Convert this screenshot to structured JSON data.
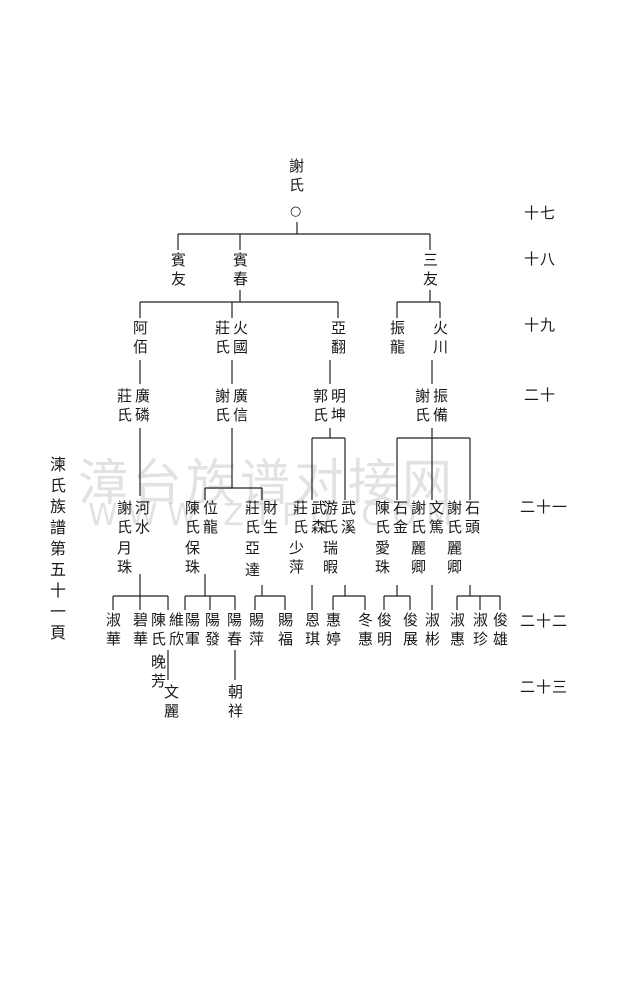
{
  "watermark": {
    "line1": "漳台族谱对接网",
    "line2": "WWW.ZTPU.COM"
  },
  "side_label": "湅氏族譜第五十一頁",
  "generations": [
    "十七",
    "十八",
    "十九",
    "二十",
    "二十一",
    "二十二",
    "二十三"
  ],
  "root": {
    "name": "謝氏",
    "mark": "○"
  },
  "g18": {
    "a": "賓友",
    "b": "賓春",
    "c": "三友"
  },
  "g19": {
    "a": "阿佰",
    "b1": "莊氏",
    "b2": "火國",
    "c": "亞翻",
    "d": "振龍",
    "e": "火川"
  },
  "g20": {
    "a1": "莊氏",
    "a2": "廣磷",
    "b1": "謝氏",
    "b2": "廣信",
    "c1": "郭氏",
    "c2": "明坤",
    "d1": "謝氏",
    "d2": "振備"
  },
  "g21": {
    "a1": "謝氏",
    "a1b": "月珠",
    "a2": "河水",
    "b1": "陳氏",
    "b1b": "保珠",
    "b2": "位龍",
    "c1": "莊氏",
    "c1b": "亞",
    "c1c": "達",
    "c2": "財生",
    "d1": "莊氏",
    "d2": "武森",
    "d3": "少萍",
    "e1": "游氏",
    "e2": "武溪",
    "e3": "瑞暇",
    "f1": "陳氏",
    "f2": "石金",
    "f3": "愛珠",
    "g1": "謝氏",
    "g2": "文篤",
    "g3": "麗卿",
    "h1": "謝氏",
    "h2": "石頭",
    "h3": "麗卿"
  },
  "g22": {
    "n1": "淑華",
    "n2": "碧華",
    "n3a": "陳氏",
    "n3b": "晚芳",
    "n4": "維欣",
    "n5": "陽軍",
    "n6": "陽發",
    "n7": "陽春",
    "n8": "賜萍",
    "n9": "賜福",
    "n10": "恩琪",
    "n11": "惠婷",
    "n12": "冬惠",
    "n13": "俊明",
    "n14": "俊展",
    "n15": "淑彬",
    "n16": "淑惠",
    "n17": "淑珍",
    "n18": "俊雄"
  },
  "g23": {
    "a": "文麗",
    "b": "朝祥"
  }
}
